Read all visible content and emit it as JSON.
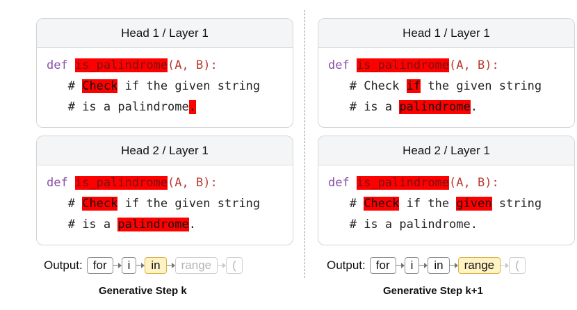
{
  "code": {
    "def_kw": "def",
    "func": "is_palindrome",
    "args": "(A, B):",
    "comment1": [
      "# ",
      "Check",
      " ",
      "if",
      " the ",
      "given",
      " string"
    ],
    "comment2": [
      "# is a ",
      "palindrome",
      "."
    ]
  },
  "panels": [
    {
      "step_label": "Generative Step k",
      "output_label": "Output:",
      "tokens": [
        "for",
        "i",
        "in",
        "range",
        "("
      ],
      "heads": [
        {
          "title": "Head 1 / Layer 1"
        },
        {
          "title": "Head 2 / Layer 1"
        }
      ]
    },
    {
      "step_label": "Generative Step k+1",
      "output_label": "Output:",
      "tokens": [
        "for",
        "i",
        "in",
        "range",
        "("
      ],
      "heads": [
        {
          "title": "Head 1 / Layer 1"
        },
        {
          "title": "Head 2 / Layer 1"
        }
      ]
    }
  ],
  "colors": {
    "attention_highlight": "#ff0000",
    "keyword": "#8a4fa8",
    "function_name": "#b8392e",
    "current_token_fill": "#fff3c4",
    "divider": "#9a9a9a"
  }
}
